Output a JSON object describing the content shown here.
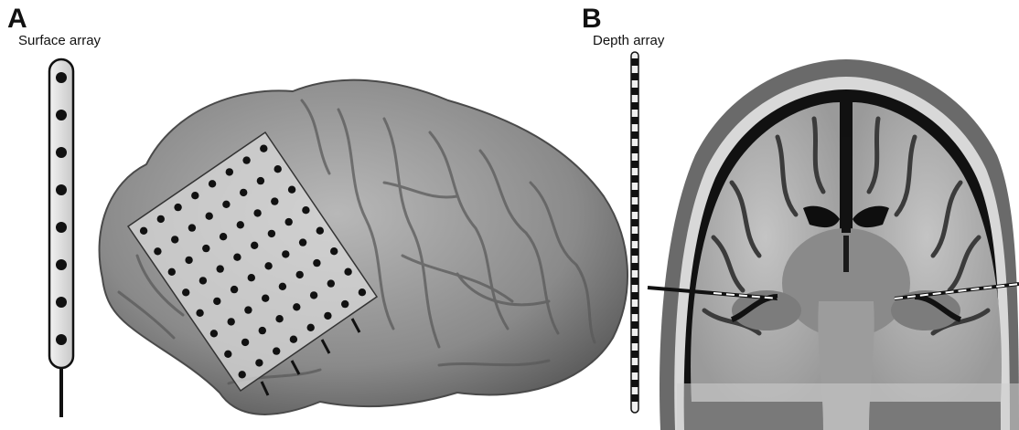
{
  "panels": [
    {
      "letter": "A",
      "title": "Surface array"
    },
    {
      "letter": "B",
      "title": "Depth array"
    }
  ],
  "colors": {
    "background": "#ffffff",
    "brain_surface": "#8f8f8f",
    "grid_overlay": "#d4d4d4",
    "electrode": "#111111",
    "mri_scalp": "#7a7a7a",
    "mri_white_matter": "#b9b9b9",
    "mri_gray_matter": "#6f6f6f",
    "csf": "#0d0d0d"
  },
  "icons": {
    "surface_array": "surface-electrode-strip-icon",
    "depth_array": "depth-electrode-probe-icon",
    "brain": "brain-lateral-render",
    "mri": "coronal-mri-slice"
  }
}
